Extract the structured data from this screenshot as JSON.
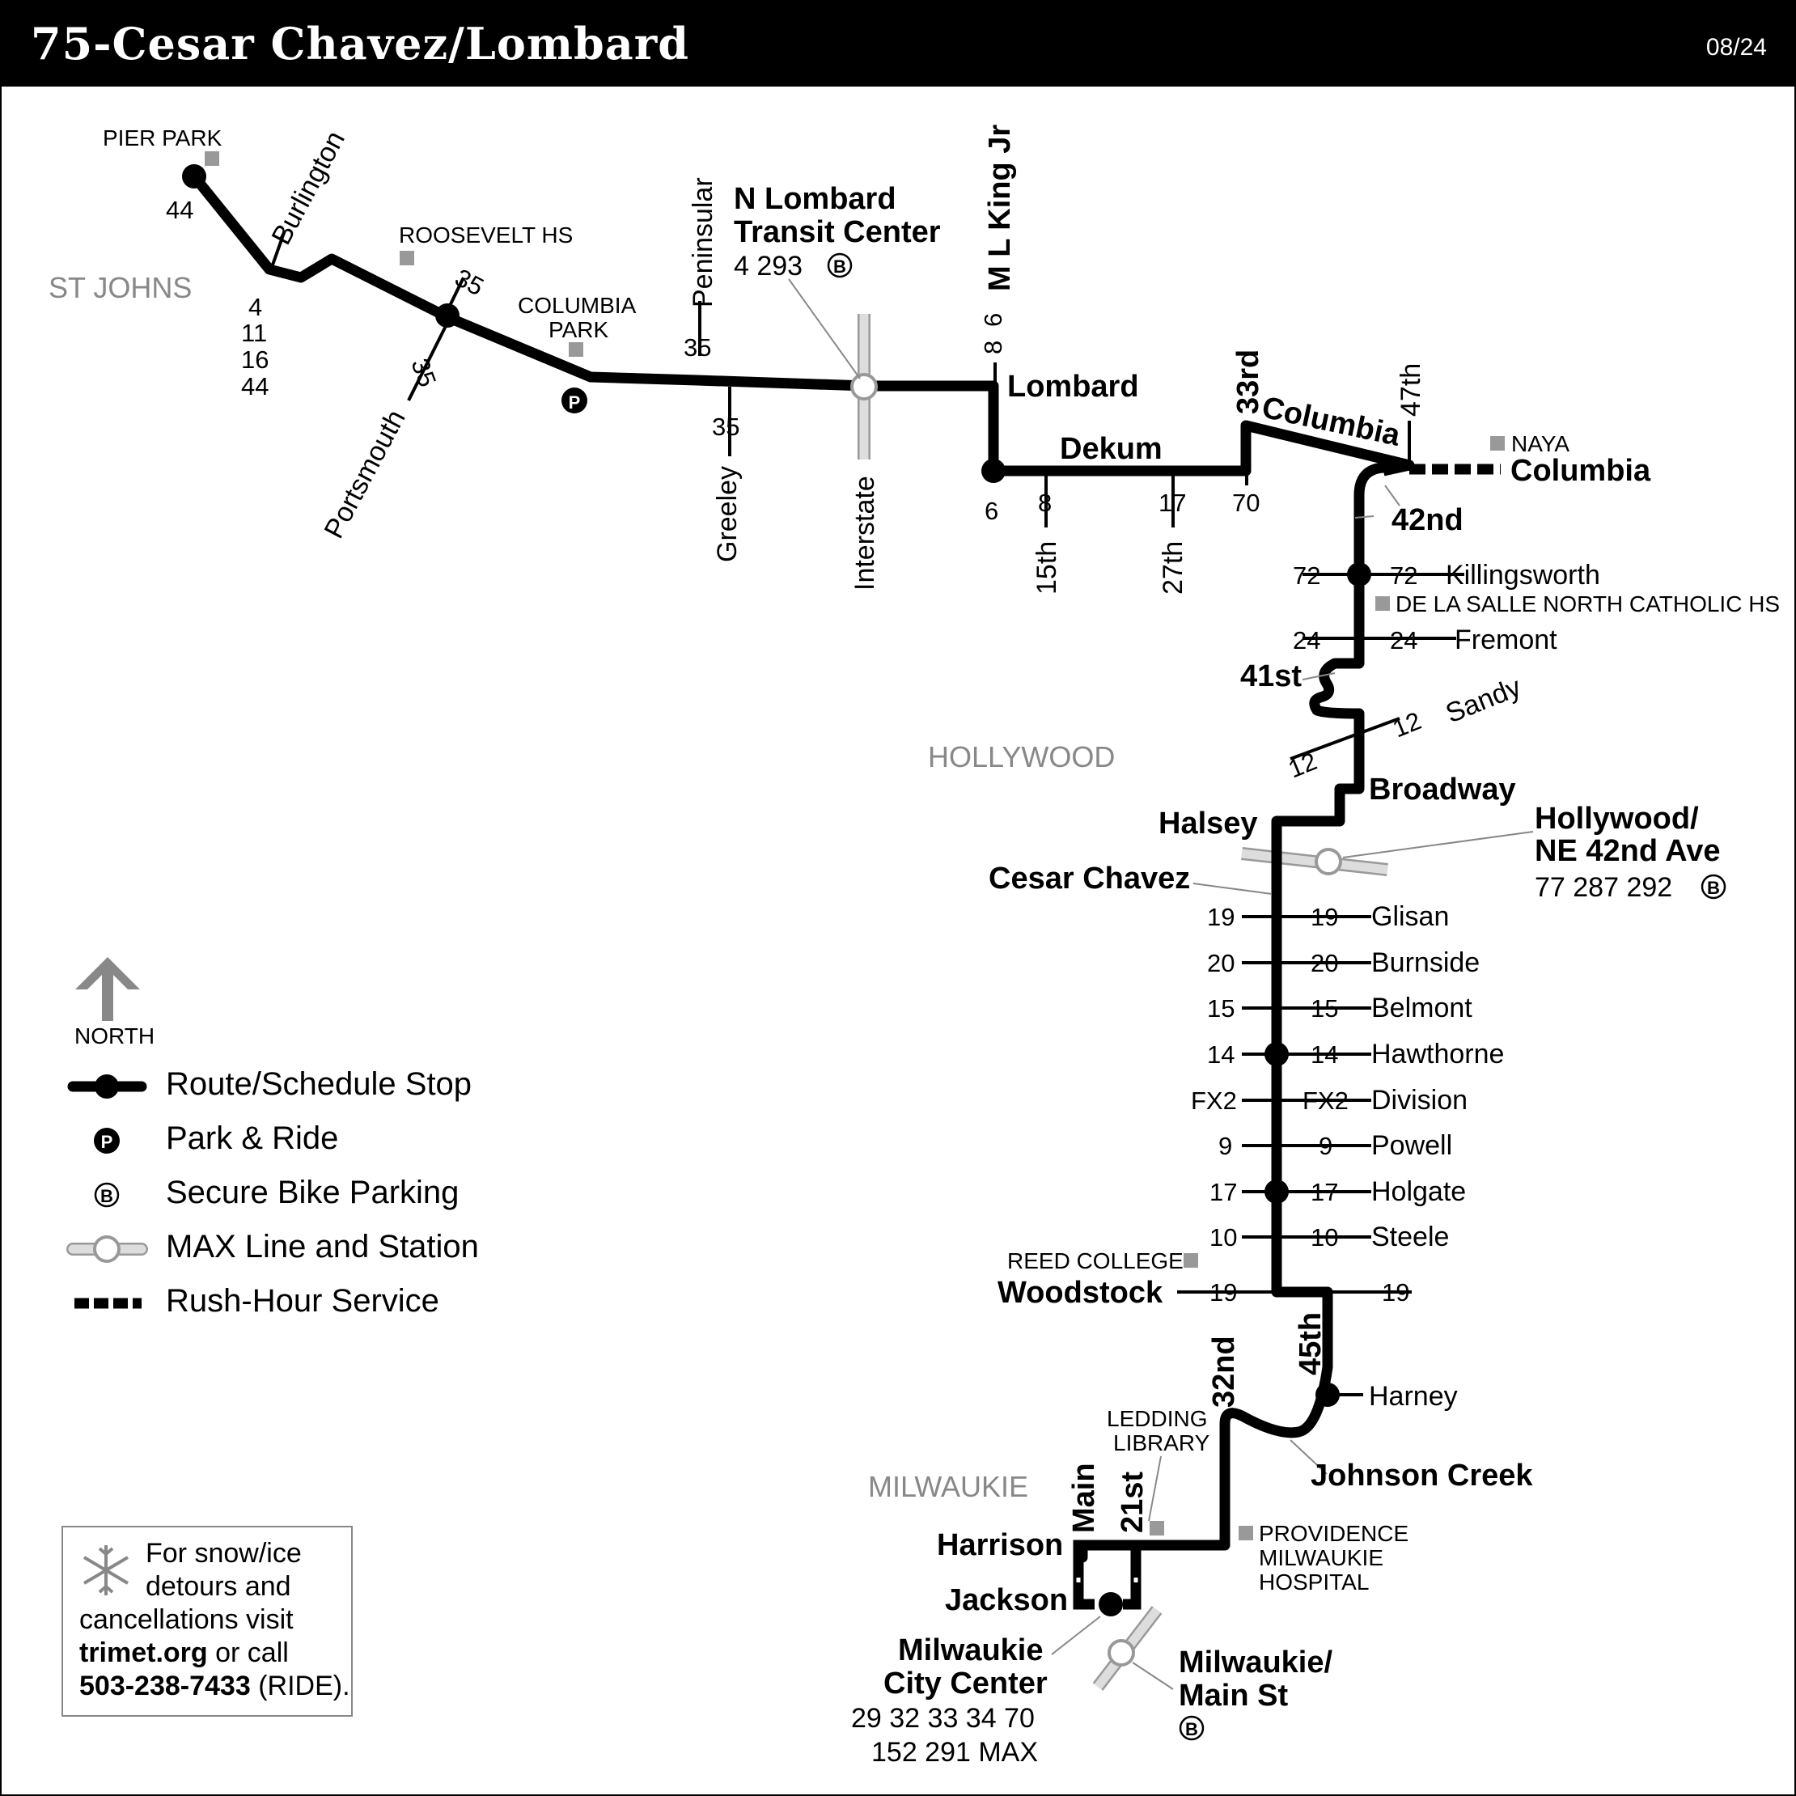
{
  "header": {
    "title": "75-Cesar Chavez/Lombard",
    "date": "08/24"
  },
  "areas": {
    "st_johns": "ST JOHNS",
    "hollywood": "HOLLYWOOD",
    "milwaukie": "MILWAUKIE"
  },
  "landmarks": {
    "pier_park": "PIER PARK",
    "roosevelt_hs": "ROOSEVELT HS",
    "columbia_park_1": "COLUMBIA",
    "columbia_park_2": "PARK",
    "naya": "NAYA",
    "de_la_salle": "DE LA SALLE NORTH CATHOLIC HS",
    "reed_college": "REED COLLEGE",
    "ledding_1": "LEDDING",
    "ledding_2": "LIBRARY",
    "providence_1": "PROVIDENCE",
    "providence_2": "MILWAUKIE",
    "providence_3": "HOSPITAL"
  },
  "streets": {
    "burlington": "Burlington",
    "portsmouth": "Portsmouth",
    "peninsular": "Peninsular",
    "greeley": "Greeley",
    "interstate": "Interstate",
    "mlk": "M L King Jr",
    "lombard": "Lombard",
    "dekum": "Dekum",
    "s15th": "15th",
    "s27th": "27th",
    "s33rd": "33rd",
    "columbia": "Columbia",
    "s47th": "47th",
    "columbia_east": "Columbia",
    "s42nd": "42nd",
    "killingsworth": "Killingsworth",
    "fremont": "Fremont",
    "s41st": "41st",
    "sandy": "Sandy",
    "broadway": "Broadway",
    "halsey": "Halsey",
    "cesar_chavez": "Cesar Chavez",
    "glisan": "Glisan",
    "burnside": "Burnside",
    "belmont": "Belmont",
    "hawthorne": "Hawthorne",
    "division": "Division",
    "powell": "Powell",
    "holgate": "Holgate",
    "steele": "Steele",
    "woodstock": "Woodstock",
    "s45th": "45th",
    "harney": "Harney",
    "s32nd": "32nd",
    "johnson_creek": "Johnson Creek",
    "main": "Main",
    "s21st": "21st",
    "harrison": "Harrison",
    "jackson": "Jackson"
  },
  "transit_centers": {
    "n_lombard_1": "N Lombard",
    "n_lombard_2": "Transit Center",
    "n_lombard_routes": "4 293",
    "hollywood_1": "Hollywood/",
    "hollywood_2": "NE 42nd Ave",
    "hollywood_routes": "77 287 292",
    "milwaukie_cc_1": "Milwaukie",
    "milwaukie_cc_2": "City Center",
    "milwaukie_cc_routes_1": "29 32 33 34 70",
    "milwaukie_cc_routes_2": "152 291 MAX",
    "milwaukie_main_1": "Milwaukie/",
    "milwaukie_main_2": "Main St"
  },
  "route_numbers": {
    "r44": "44",
    "r4": "4",
    "r11": "11",
    "r16": "16",
    "r44b": "44",
    "r35": "35",
    "r6": "6",
    "r8": "8",
    "r17": "17",
    "r70": "70",
    "r72": "72",
    "r24": "24",
    "r12": "12",
    "r19": "19",
    "r20": "20",
    "r15": "15",
    "r14": "14",
    "fx2": "FX2",
    "r9": "9",
    "r10": "10"
  },
  "icons": {
    "park_ride": "P",
    "bike": "B"
  },
  "legend": {
    "north": "NORTH",
    "route_stop": "Route/Schedule Stop",
    "park_ride": "Park & Ride",
    "bike_parking": "Secure Bike Parking",
    "max_line": "MAX Line and Station",
    "rush_hour": "Rush-Hour Service"
  },
  "info": {
    "line1": "For snow/ice",
    "line2": "detours and",
    "line3": "cancellations visit",
    "url": "trimet.org",
    "or_call": " or call",
    "phone": "503-238-7433",
    "ride": " (RIDE)."
  }
}
